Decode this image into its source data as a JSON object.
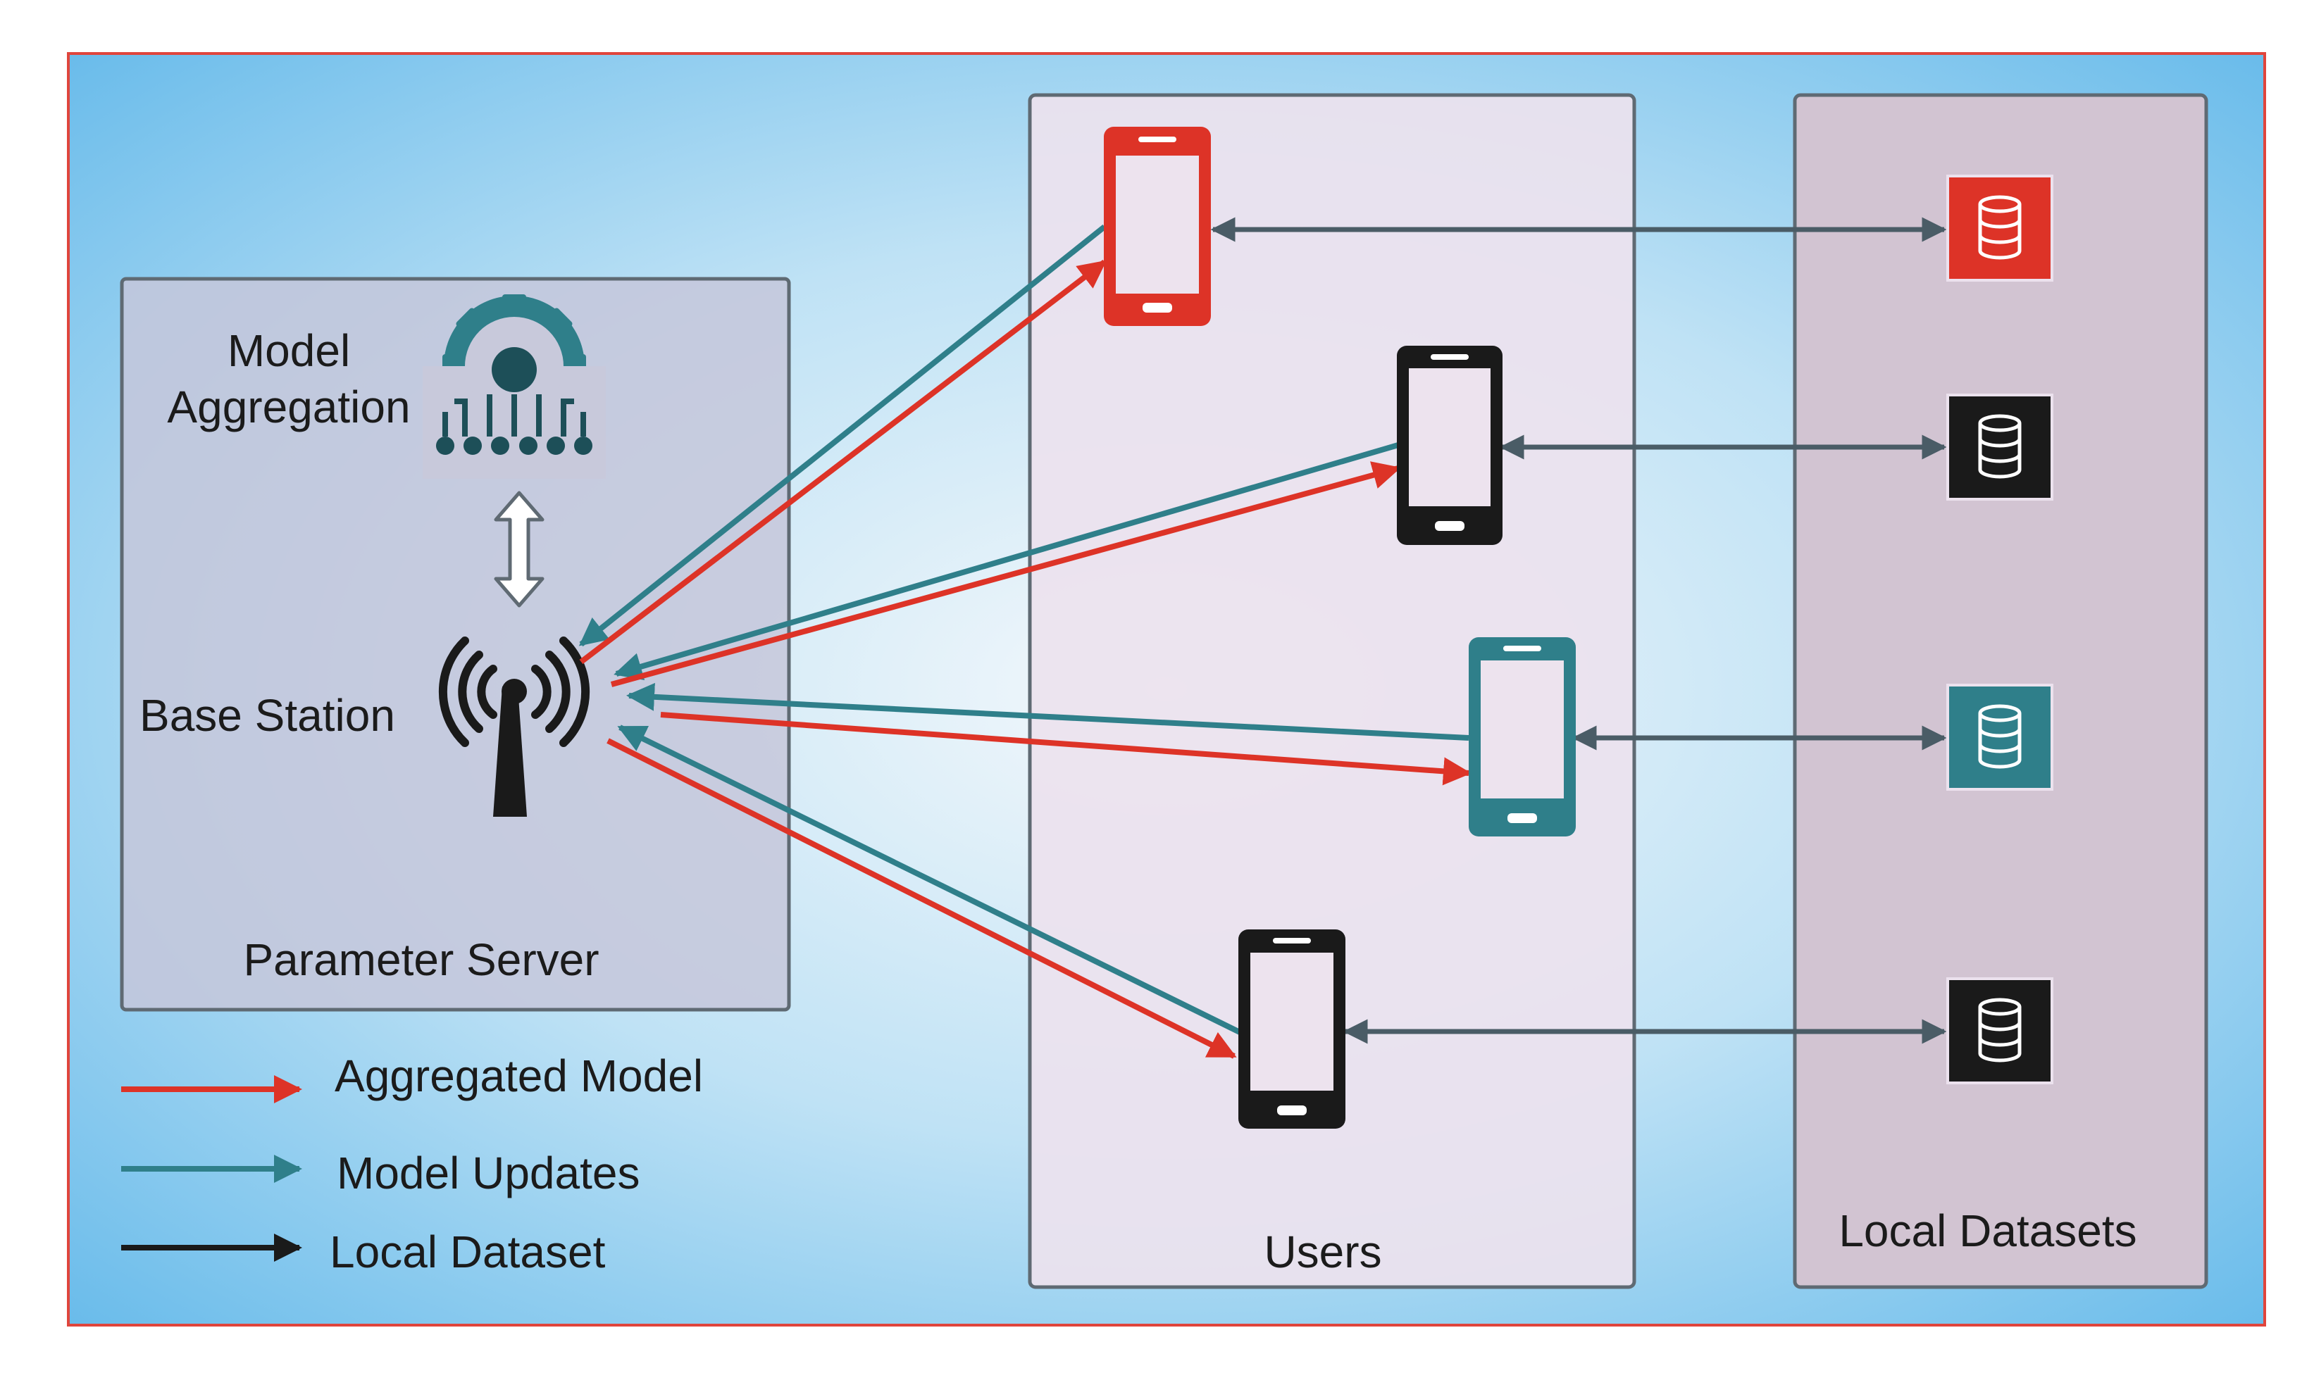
{
  "parameter_server": {
    "title": "Parameter Server",
    "model_aggregation_label_line1": "Model",
    "model_aggregation_label_line2": "Aggregation",
    "base_station_label": "Base Station"
  },
  "users_panel": {
    "title": "Users"
  },
  "datasets_panel": {
    "title": "Local Datasets"
  },
  "legend": {
    "aggregated_model": "Aggregated Model",
    "model_updates": "Model Updates",
    "local_dataset": "Local Dataset"
  },
  "colors": {
    "aggregated_model": "#dd3327",
    "model_updates": "#2f7f8a",
    "local_dataset": "#1a1a1a",
    "connector": "#4a5c66",
    "frame_border": "#e0453c",
    "device_red": "#dd3327",
    "device_black": "#1a1a1a",
    "device_teal": "#2f7f8a"
  }
}
